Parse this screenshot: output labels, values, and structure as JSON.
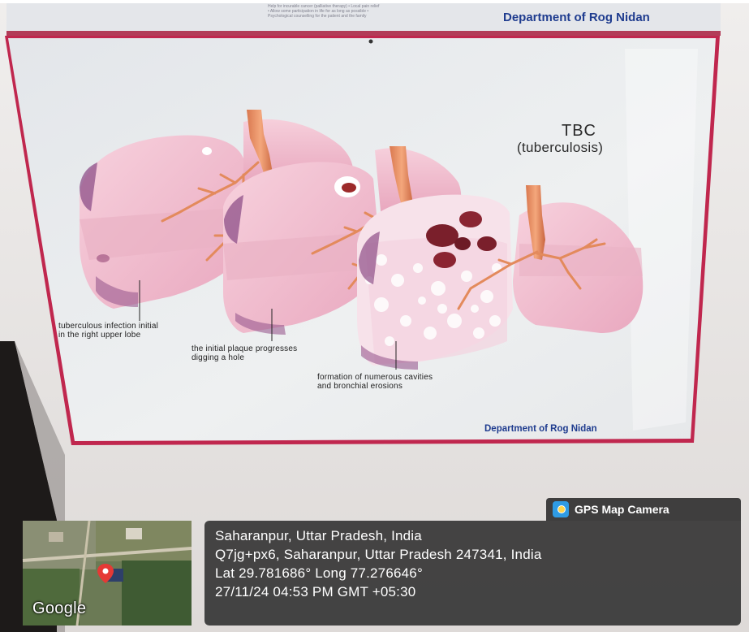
{
  "poster": {
    "top_department": "Department of Rog Nidan",
    "top_fine_print": "Help for incurable cancer (palliative therapy) • Local pain relief • Allow some participation in life for as long as possible • Psychological counselling for the patient and the family",
    "title": "TBC",
    "subtitle": "(tuberculosis)",
    "annotations": [
      [
        "tuberculous infection initial",
        "in the right upper lobe"
      ],
      [
        "the initial plaque progresses",
        "digging a hole"
      ],
      [
        "formation of numerous cavities",
        "and bronchial erosions"
      ]
    ],
    "bottom_department": "Department of Rog Nidan"
  },
  "gps_overlay": {
    "badge": "GPS Map Camera",
    "place": "Saharanpur, Uttar Pradesh, India",
    "address": "Q7jg+px6, Saharanpur, Uttar Pradesh 247341, India",
    "coords": "Lat 29.781686° Long 77.276646°",
    "timestamp": "27/11/24 04:53 PM GMT +05:30",
    "map_brand": "Google"
  },
  "colors": {
    "department_text": "#1f3c8f",
    "poster_frame": "#c0274e",
    "lung_pink": "#f0b6cb",
    "overlay_bg": "#2d2d2d",
    "map_pin": "#e53935"
  }
}
